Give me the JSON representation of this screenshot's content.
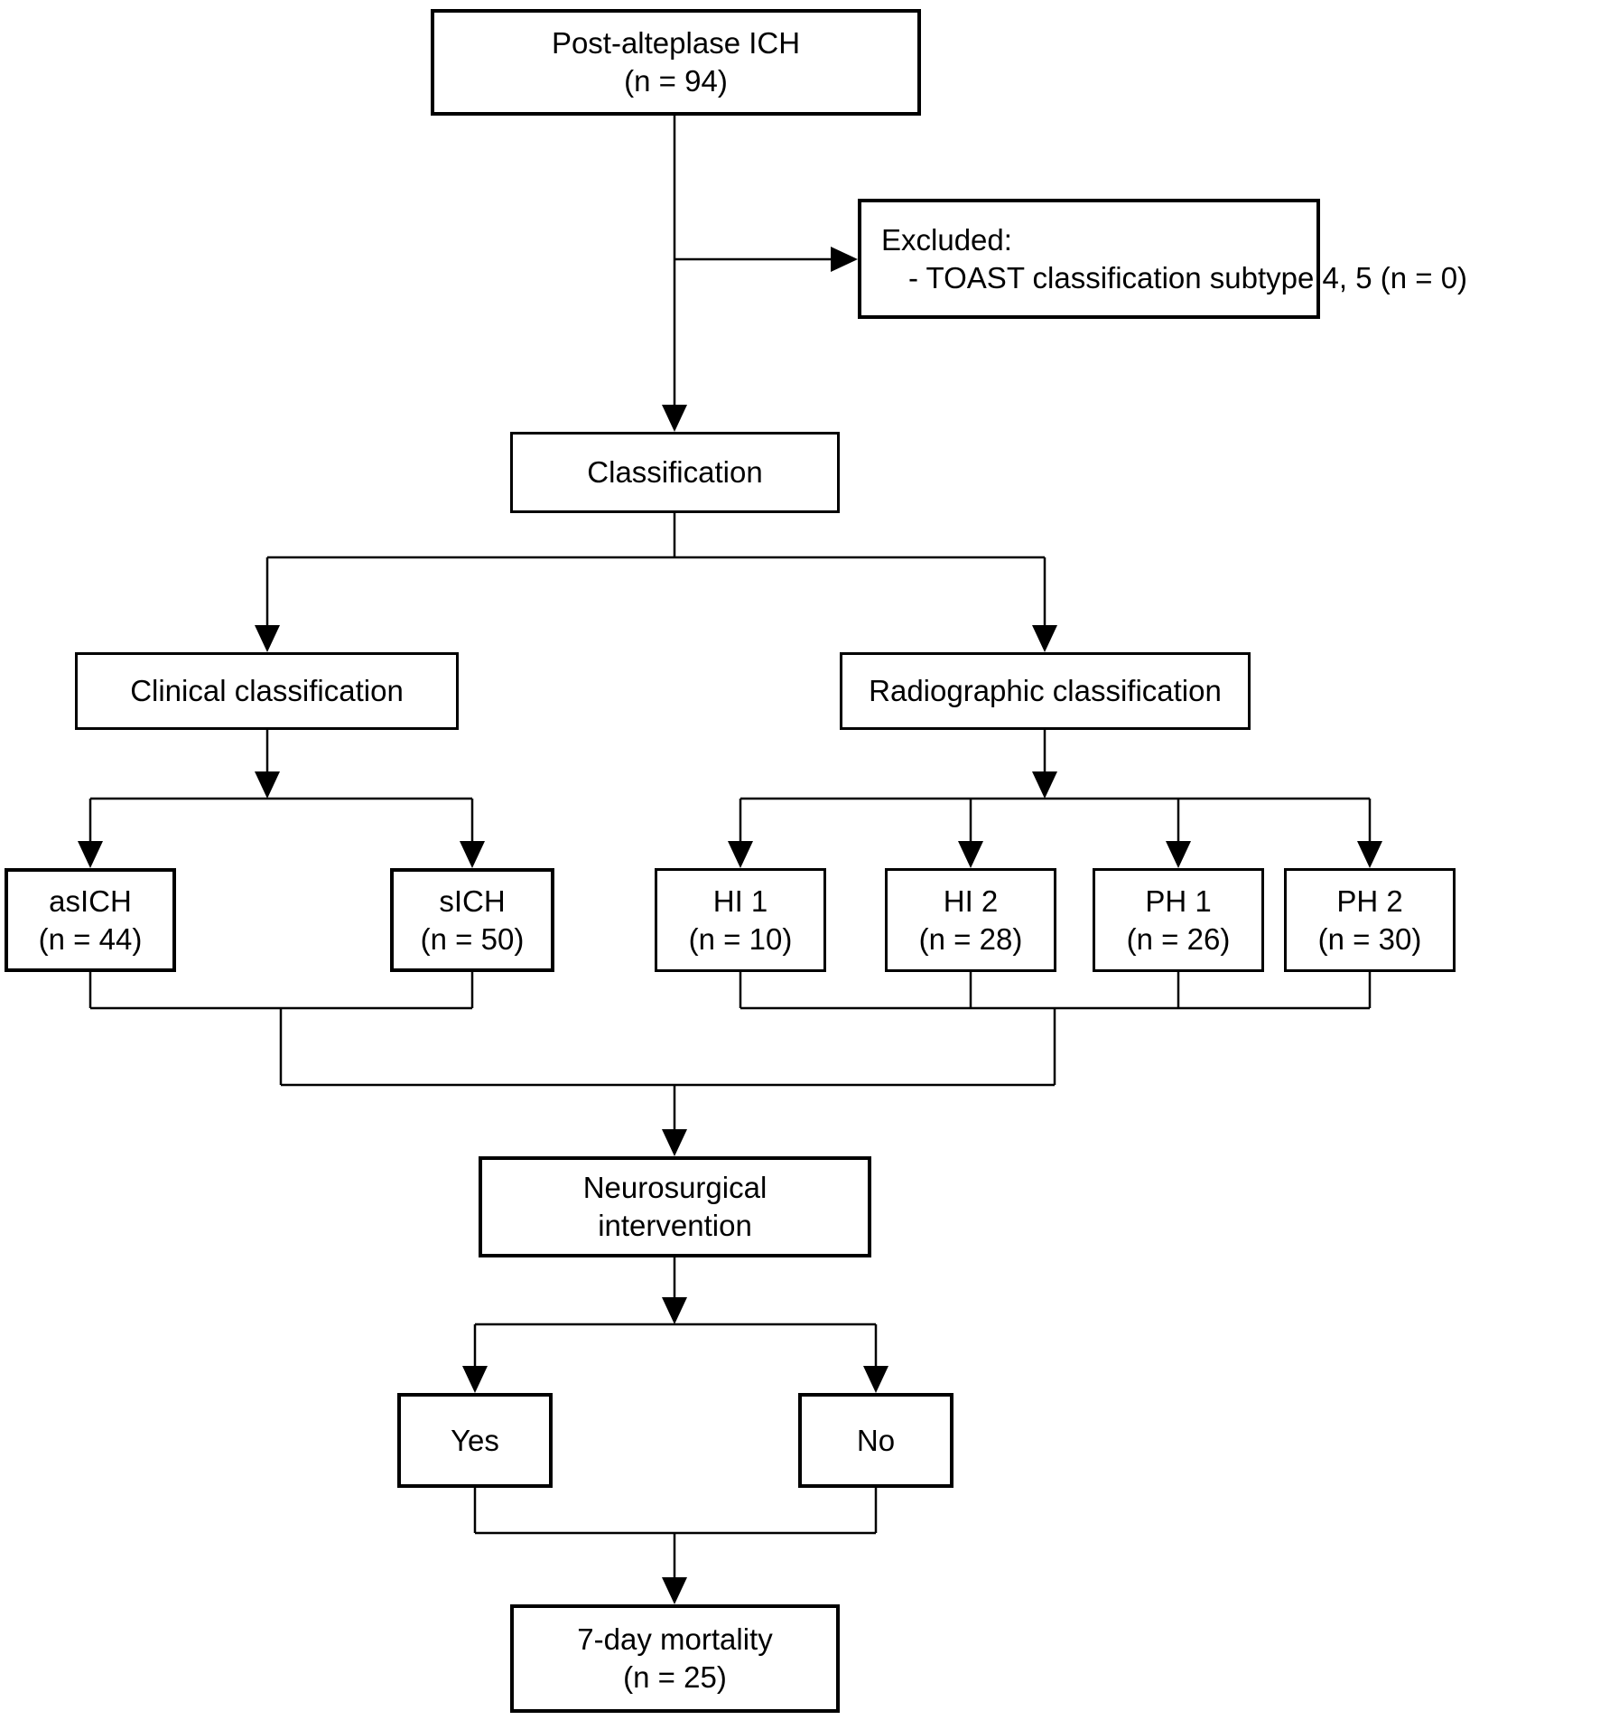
{
  "flowchart": {
    "nodes": {
      "top": {
        "label": "Post-alteplase ICH",
        "count": "(n = 94)"
      },
      "excluded": {
        "title": "Excluded:",
        "item": "- TOAST classification subtype 4, 5 (n = 0)"
      },
      "classification": {
        "label": "Classification"
      },
      "clinical": {
        "label": "Clinical classification"
      },
      "radiographic": {
        "label": "Radiographic classification"
      },
      "asich": {
        "label": "asICH",
        "count": "(n = 44)"
      },
      "sich": {
        "label": "sICH",
        "count": "(n = 50)"
      },
      "hi1": {
        "label": "HI 1",
        "count": "(n = 10)"
      },
      "hi2": {
        "label": "HI 2",
        "count": "(n = 28)"
      },
      "ph1": {
        "label": "PH 1",
        "count": "(n = 26)"
      },
      "ph2": {
        "label": "PH 2",
        "count": "(n = 30)"
      },
      "neurosurgical": {
        "line1": "Neurosurgical",
        "line2": "intervention"
      },
      "yes": {
        "label": "Yes"
      },
      "no": {
        "label": "No"
      },
      "mortality": {
        "label": "7-day mortality",
        "count": "(n = 25)"
      }
    },
    "edges": [
      {
        "from": "top",
        "to": "excluded"
      },
      {
        "from": "top",
        "to": "classification"
      },
      {
        "from": "classification",
        "to": "clinical"
      },
      {
        "from": "classification",
        "to": "radiographic"
      },
      {
        "from": "clinical",
        "to": "asich"
      },
      {
        "from": "clinical",
        "to": "sich"
      },
      {
        "from": "radiographic",
        "to": "hi1"
      },
      {
        "from": "radiographic",
        "to": "hi2"
      },
      {
        "from": "radiographic",
        "to": "ph1"
      },
      {
        "from": "radiographic",
        "to": "ph2"
      },
      {
        "from": [
          "asich",
          "sich",
          "hi1",
          "hi2",
          "ph1",
          "ph2"
        ],
        "to": "neurosurgical"
      },
      {
        "from": "neurosurgical",
        "to": "yes"
      },
      {
        "from": "neurosurgical",
        "to": "no"
      },
      {
        "from": [
          "yes",
          "no"
        ],
        "to": "mortality"
      }
    ],
    "colors": {
      "background": "#ffffff",
      "line": "#000000",
      "box_border": "#000000",
      "text": "#000000"
    }
  }
}
